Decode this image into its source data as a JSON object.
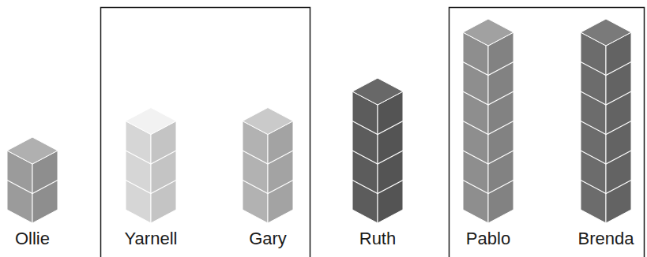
{
  "diagram": {
    "labels": [
      "Ollie",
      "Yarnell",
      "Gary",
      "Ruth",
      "Pablo",
      "Brenda"
    ]
  }
}
